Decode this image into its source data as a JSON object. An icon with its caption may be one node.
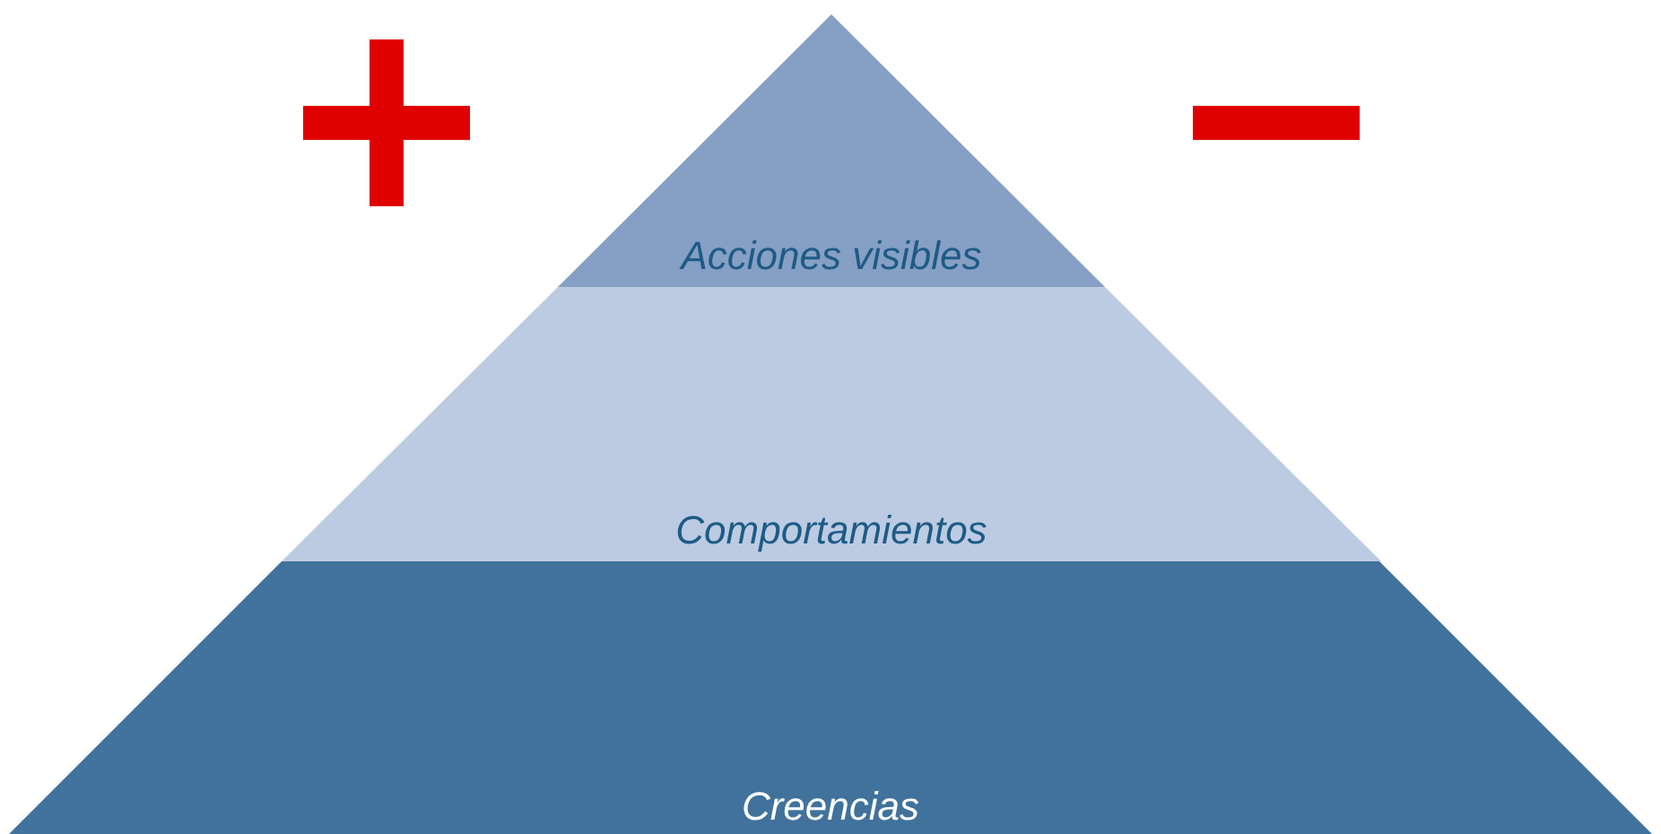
{
  "diagram": {
    "nodes": [
      {
        "text": [
          "Acciones visibles"
        ]
      },
      {
        "text": [
          "Comportamientos"
        ]
      },
      {
        "text": [
          "Creencias"
        ]
      }
    ]
  }
}
